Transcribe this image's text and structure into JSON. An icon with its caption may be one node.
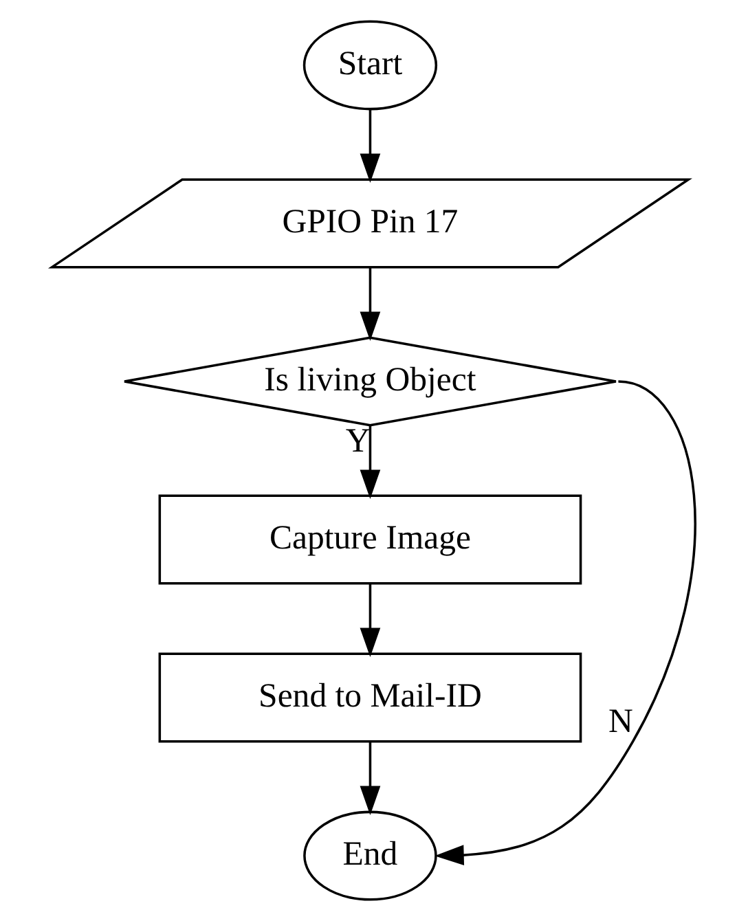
{
  "diagram": {
    "nodes": [
      {
        "text": [
          "Start"
        ]
      },
      {
        "text": [
          "GPIO Pin 17"
        ]
      },
      {
        "text": [
          "Is living Object"
        ]
      },
      {
        "text": [
          "Capture Image"
        ]
      },
      {
        "text": [
          "Send to Mail-ID"
        ]
      },
      {
        "text": [
          "End"
        ]
      }
    ],
    "edges": [
      {
        "from": 0,
        "to": 1,
        "arrow": "to"
      },
      {
        "from": 1,
        "to": 2,
        "arrow": "to"
      },
      {
        "from": 2,
        "to": 3,
        "arrow": "to",
        "label": "Y"
      },
      {
        "from": 3,
        "to": 4,
        "arrow": "to"
      },
      {
        "from": 4,
        "to": 5,
        "arrow": "to"
      },
      {
        "from": 2,
        "to": 5,
        "arrow": "to",
        "label": "N"
      }
    ]
  }
}
